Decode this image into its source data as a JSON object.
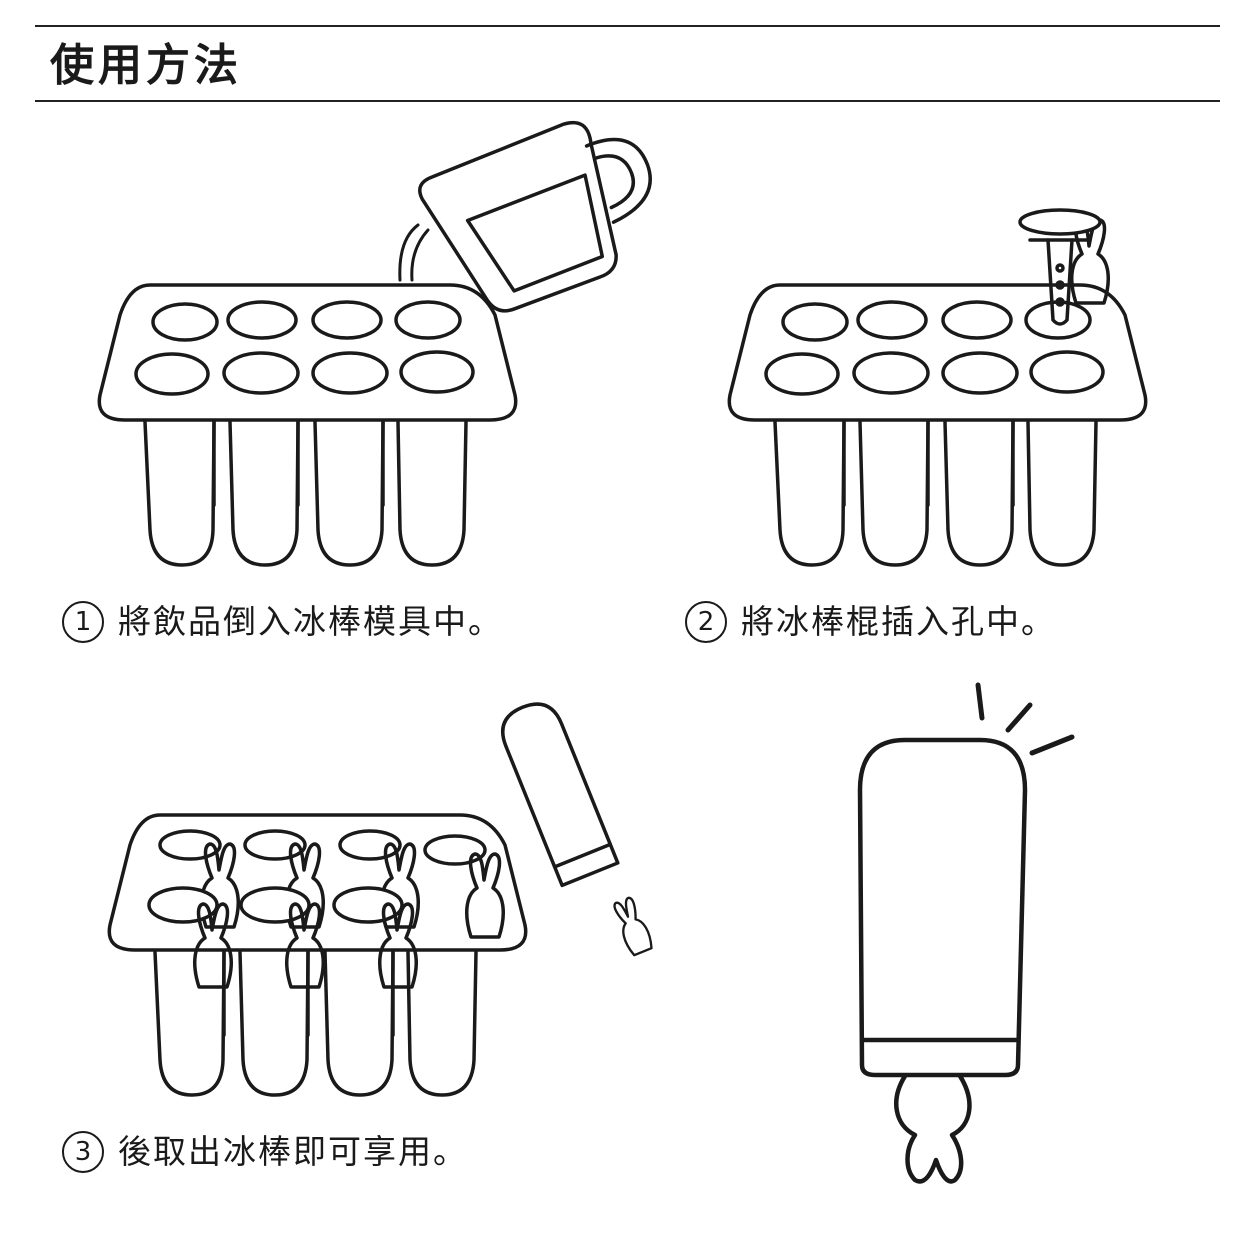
{
  "page": {
    "title": "使用方法"
  },
  "steps": [
    {
      "number": "1",
      "text": "將飲品倒入冰棒模具中。"
    },
    {
      "number": "2",
      "text": "將冰棒棍插入孔中。"
    },
    {
      "number": "3",
      "text": "後取出冰棒即可享用。"
    }
  ],
  "illustrations": [
    {
      "name": "pour-drink-into-mold-illustration"
    },
    {
      "name": "insert-stick-into-hole-illustration"
    },
    {
      "name": "remove-popsicles-illustration"
    },
    {
      "name": "finished-popsicle-illustration"
    }
  ],
  "colors": {
    "line": "#1a1a1a",
    "background": "#ffffff"
  }
}
